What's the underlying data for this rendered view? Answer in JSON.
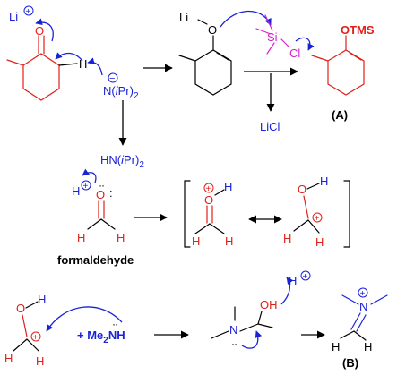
{
  "colors": {
    "oxygen": "#e0201b",
    "blue": "#1a22d6",
    "silicon": "#d61fc8",
    "black": "#000000"
  },
  "labels": {
    "li_top": "Li",
    "plus": "+",
    "minus": "−",
    "o": "O",
    "h": "H",
    "n_ipr2": "N(iPr)",
    "n_prefix": "N(",
    "ipr_i": "i",
    "ipr_rest": "Pr)",
    "sub2": "2",
    "hn_ipr2_prefix": "HN(",
    "li_enolate": "Li",
    "si": "Si",
    "cl": "Cl",
    "licl": "LiCl",
    "otms": "OTMS",
    "label_a": "(A)",
    "formaldehyde": "formaldehyde",
    "lone_pair_colon": ":",
    "lone_pair_dots": "··",
    "oh": "OH",
    "me2nh_prefix": "+ Me",
    "me2nh_suffix": "NH",
    "n": "N",
    "label_b": "(B)"
  }
}
